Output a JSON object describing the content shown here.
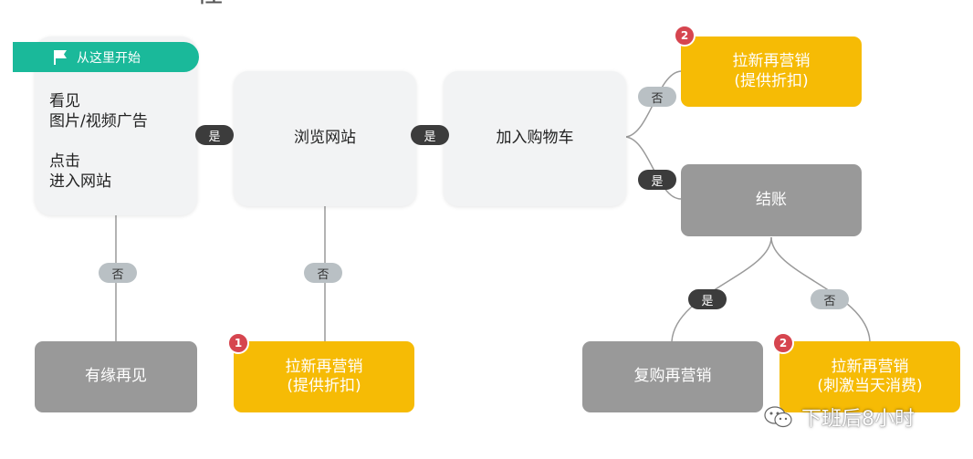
{
  "header": {
    "partial_title": "程"
  },
  "start": {
    "banner_label": "从这里开始",
    "line1": "看见",
    "line2": "图片/视频广告",
    "line3": "点击",
    "line4": "进入网站"
  },
  "nodes": {
    "browse": "浏览网站",
    "cart": "加入购物车",
    "checkout": "结账",
    "goodbye": "有缘再见",
    "repurchase": "复购再营销",
    "retarget_browse": {
      "line1": "拉新再营销",
      "line2": "(提供折扣)",
      "badge": "1"
    },
    "retarget_cart": {
      "line1": "拉新再营销",
      "line2": "(提供折扣)",
      "badge": "2"
    },
    "retarget_checkout": {
      "line1": "拉新再营销",
      "line2": "(刺激当天消费)",
      "badge": "2"
    }
  },
  "labels": {
    "yes": "是",
    "no": "否"
  },
  "watermark": {
    "text": "下班后8小时"
  },
  "colors": {
    "teal": "#1ab99a",
    "yellow": "#f6bb05",
    "gray": "#999999",
    "light": "#f2f3f4",
    "badge": "#d6454f",
    "dark_pill": "#3c3c3c",
    "light_pill": "#b9c0c4"
  }
}
